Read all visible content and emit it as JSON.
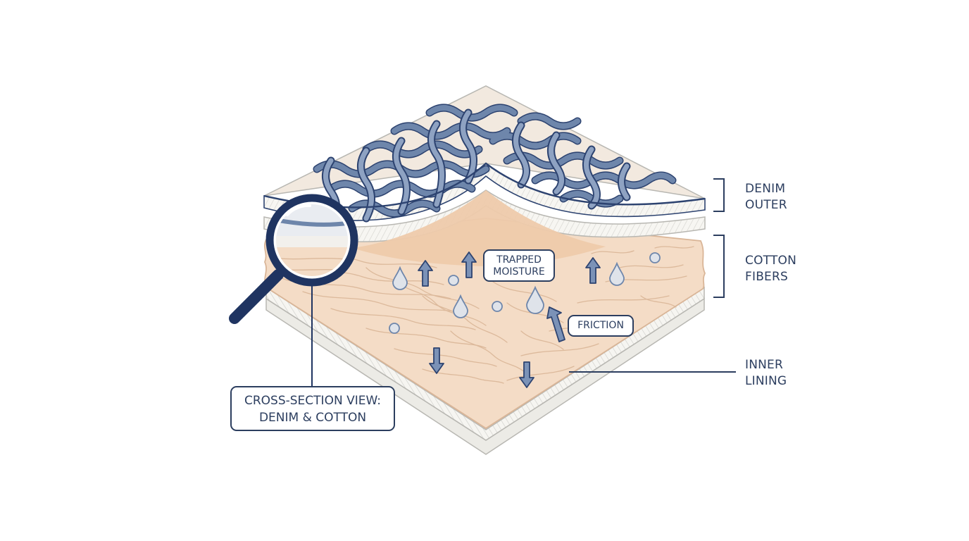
{
  "colors": {
    "navy": "#1f3461",
    "denim": "#6e86ab",
    "denim_dark": "#2d4370",
    "cotton": "#f4dcc6",
    "cotton_line": "#dcb99b",
    "lining": "#f6f5f1",
    "text": "#2c3e5f",
    "background": "#ffffff"
  },
  "labels": {
    "denim_outer": [
      "DENIM",
      "OUTER"
    ],
    "cotton_fibers": [
      "COTTON",
      "FIBERS"
    ],
    "inner_lining": [
      "INNER",
      "LINING"
    ]
  },
  "callouts": {
    "trapped_moisture": [
      "TRAPPED",
      "MOISTURE"
    ],
    "friction": "FRICTION",
    "cross_section": [
      "CROSS-SECTION VIEW:",
      "DENIM & COTTON"
    ]
  },
  "icons": {
    "magnifier": "magnifying-glass-icon",
    "droplet": "water-droplet-icon",
    "arrow_up": "arrow-up-icon",
    "arrow_down": "arrow-down-icon"
  }
}
